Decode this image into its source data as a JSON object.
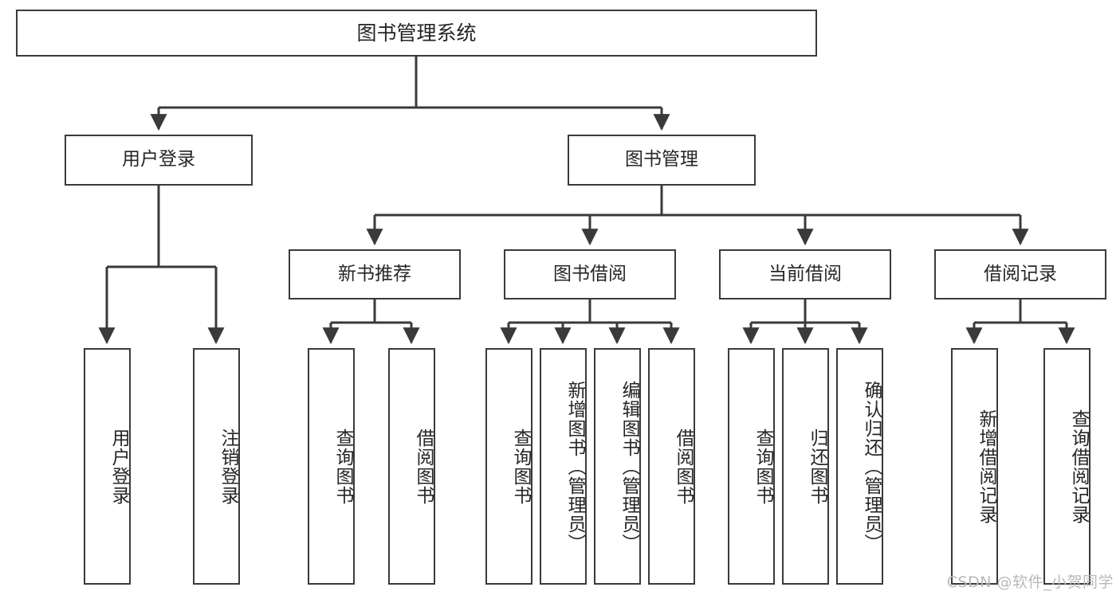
{
  "diagram": {
    "title": "图书管理系统",
    "type": "tree-hierarchy",
    "watermark": "CSDN @软件_小贺同学",
    "colors": {
      "stroke": "#3a3a3a",
      "fill": "#ffffff",
      "text": "#262626",
      "watermark": "#b9b9b9"
    },
    "root": {
      "label": "图书管理系统"
    },
    "level2": [
      {
        "label": "用户登录"
      },
      {
        "label": "图书管理"
      }
    ],
    "level3": [
      {
        "label": "新书推荐"
      },
      {
        "label": "图书借阅"
      },
      {
        "label": "当前借阅"
      },
      {
        "label": "借阅记录"
      }
    ],
    "leaves": {
      "user_login": [
        {
          "label": "用户登录"
        },
        {
          "label": "注销登录"
        }
      ],
      "new_book_recommend": [
        {
          "label": "查询图书"
        },
        {
          "label": "借阅图书"
        }
      ],
      "book_borrow": [
        {
          "label": "查询图书"
        },
        {
          "label": "新增图书（管理员）"
        },
        {
          "label": "编辑图书（管理员）"
        },
        {
          "label": "借阅图书"
        }
      ],
      "current_borrow": [
        {
          "label": "查询图书"
        },
        {
          "label": "归还图书"
        },
        {
          "label": "确认归还（管理员）"
        }
      ],
      "borrow_record": [
        {
          "label": "新增借阅记录"
        },
        {
          "label": "查询借阅记录"
        }
      ]
    }
  }
}
